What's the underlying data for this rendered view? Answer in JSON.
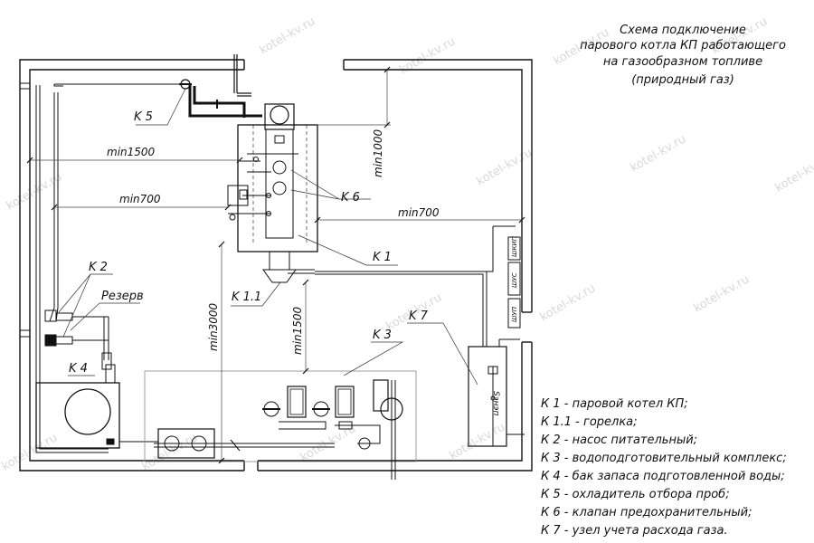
{
  "title": {
    "line1": "Схема подключение",
    "line2": "парового котла КП работающего",
    "line3": "на газообразном топливе",
    "line4": "(природный газ)"
  },
  "watermark": "kotel-kv.ru",
  "dimensions": {
    "d_1500_left": "min1500",
    "d_700_left": "min700",
    "d_700_right": "min700",
    "d_1000": "min1000",
    "d_3000": "min3000",
    "d_1500_mid": "min1500"
  },
  "labels": {
    "k5": "K 5",
    "k6": "K 6",
    "k1": "K 1",
    "k11": "K 1.1",
    "k2": "K 2",
    "reserve": "Резерв",
    "k3": "K 3",
    "k7": "K 7",
    "k4": "K 4"
  },
  "panel": {
    "shkip": "ШКИП",
    "shus": "ШУС",
    "shup": "ШУП",
    "meter": "Sэнэп"
  },
  "legend": [
    "К 1 - паровой котел КП;",
    "К 1.1 - горелка;",
    "К 2 - насос питательный;",
    "К 3 - водоподготовительный комплекс;",
    "К 4 - бак запаса подготовленной воды;",
    "К 5 - охладитель отбора проб;",
    "К 6 - клапан предохранительный;",
    "К 7 - узел учета расхода газа."
  ],
  "colors": {
    "line": "#111111",
    "thin": "#333333",
    "dim": "#444444",
    "grid": "#888888"
  }
}
